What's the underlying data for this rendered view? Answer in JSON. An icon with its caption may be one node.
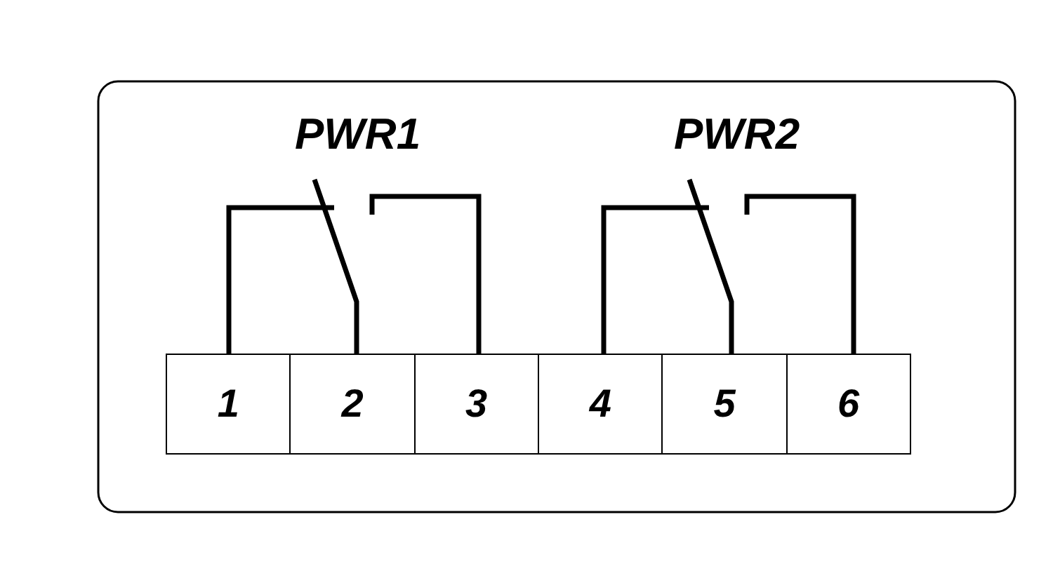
{
  "diagram": {
    "labels": [
      "PWR1",
      "PWR2",
      "1",
      "2",
      "3",
      "4",
      "5",
      "6"
    ]
  }
}
